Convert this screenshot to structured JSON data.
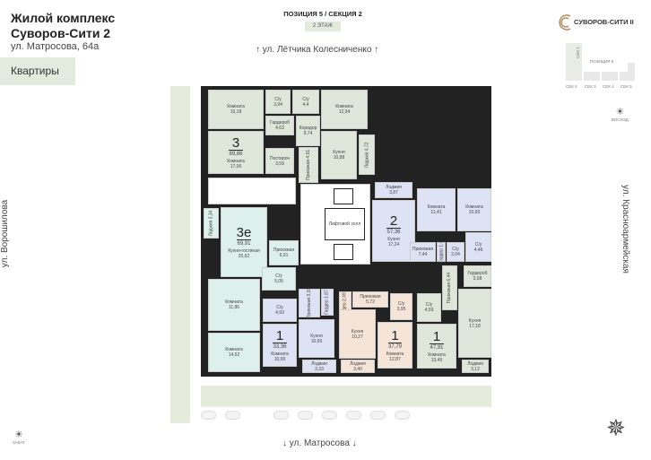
{
  "header": {
    "title_line1": "Жилой комплекс",
    "title_line2": "Суворов-Сити 2",
    "address": "ул. Матросова, 64а",
    "tab": "Квартиры",
    "position": "ПОЗИЦИЯ 5 / СЕКЦИЯ 2",
    "floor": "2 ЭТАЖ"
  },
  "logo": {
    "text": "СУВОРОВ-СИТИ II"
  },
  "streets": {
    "top": "ул. Лётчика Колесниченко",
    "bottom": "ул. Матросова",
    "left": "ул. Ворошилова",
    "right": "ул. Красноармейская"
  },
  "minimap": {
    "position": "ПОЗИЦИЯ 5",
    "sections": [
      "СЕК 1",
      "СЕК 2",
      "СЕК 3",
      "СЕК 4",
      "СЕК 5"
    ]
  },
  "sun": {
    "east": "ВОСХОД",
    "west": "ЗАКАТ"
  },
  "apartments": [
    {
      "rooms": "3",
      "area": "89,86"
    },
    {
      "rooms": "3е",
      "area": "69,91"
    },
    {
      "rooms": "2",
      "area": "57,36"
    },
    {
      "rooms": "1",
      "area": "33,36"
    },
    {
      "rooms": "1",
      "area": "37,79"
    },
    {
      "rooms": "1",
      "area": "47,91"
    }
  ],
  "rooms": [
    {
      "n": "Комната",
      "a": "15,18"
    },
    {
      "n": "С/у",
      "a": "3,94"
    },
    {
      "n": "С/у",
      "a": "4,4"
    },
    {
      "n": "Комната",
      "a": "12,34"
    },
    {
      "n": "Гардероб",
      "a": "4,63"
    },
    {
      "n": "Коридор",
      "a": "9,74"
    },
    {
      "n": "Комната",
      "a": "17,06"
    },
    {
      "n": "Постироч",
      "a": "3,59"
    },
    {
      "n": "Прихожая",
      "a": "4,51"
    },
    {
      "n": "Кухня",
      "a": "10,88"
    },
    {
      "n": "Лоджия",
      "a": "4,72"
    },
    {
      "n": "Лоджия",
      "a": "3,34"
    },
    {
      "n": "Кухня-гостиная",
      "a": "25,62"
    },
    {
      "n": "Прихожая",
      "a": "6,01"
    },
    {
      "n": "С/у",
      "a": "5,05"
    },
    {
      "n": "Комната",
      "a": "11,86"
    },
    {
      "n": "Комната",
      "a": "14,52"
    },
    {
      "n": "Лифтовой холл",
      "a": ""
    },
    {
      "n": "Лоджия",
      "a": "3,87"
    },
    {
      "n": "Кухня",
      "a": "17,24"
    },
    {
      "n": "Комната",
      "a": "11,41"
    },
    {
      "n": "Комната",
      "a": "10,93"
    },
    {
      "n": "Прихожая",
      "a": "7,44"
    },
    {
      "n": "Гардер",
      "a": "1,4"
    },
    {
      "n": "С/у",
      "a": "2,04"
    },
    {
      "n": "С/у",
      "a": "4,46"
    },
    {
      "n": "С/у",
      "a": "4,93"
    },
    {
      "n": "Прихожая",
      "a": "3,33"
    },
    {
      "n": "Гардер",
      "a": "1,87"
    },
    {
      "n": "Кухня",
      "a": "10,65"
    },
    {
      "n": "Комната",
      "a": "10,00"
    },
    {
      "n": "Лоджия",
      "a": "3,33"
    },
    {
      "n": "Гардер",
      "a": "2,49"
    },
    {
      "n": "Прихожая",
      "a": "5,72"
    },
    {
      "n": "С/у",
      "a": "3,95"
    },
    {
      "n": "Кухня",
      "a": "10,27"
    },
    {
      "n": "Комната",
      "a": "12,87"
    },
    {
      "n": "Лоджия",
      "a": "3,40"
    },
    {
      "n": "С/у",
      "a": "4,59"
    },
    {
      "n": "Прихожая",
      "a": "6,44"
    },
    {
      "n": "Гардероб",
      "a": "3,68"
    },
    {
      "n": "Кухня",
      "a": "17,18"
    },
    {
      "n": "Комната",
      "a": "13,45"
    },
    {
      "n": "Лоджия",
      "a": "3,12"
    }
  ]
}
